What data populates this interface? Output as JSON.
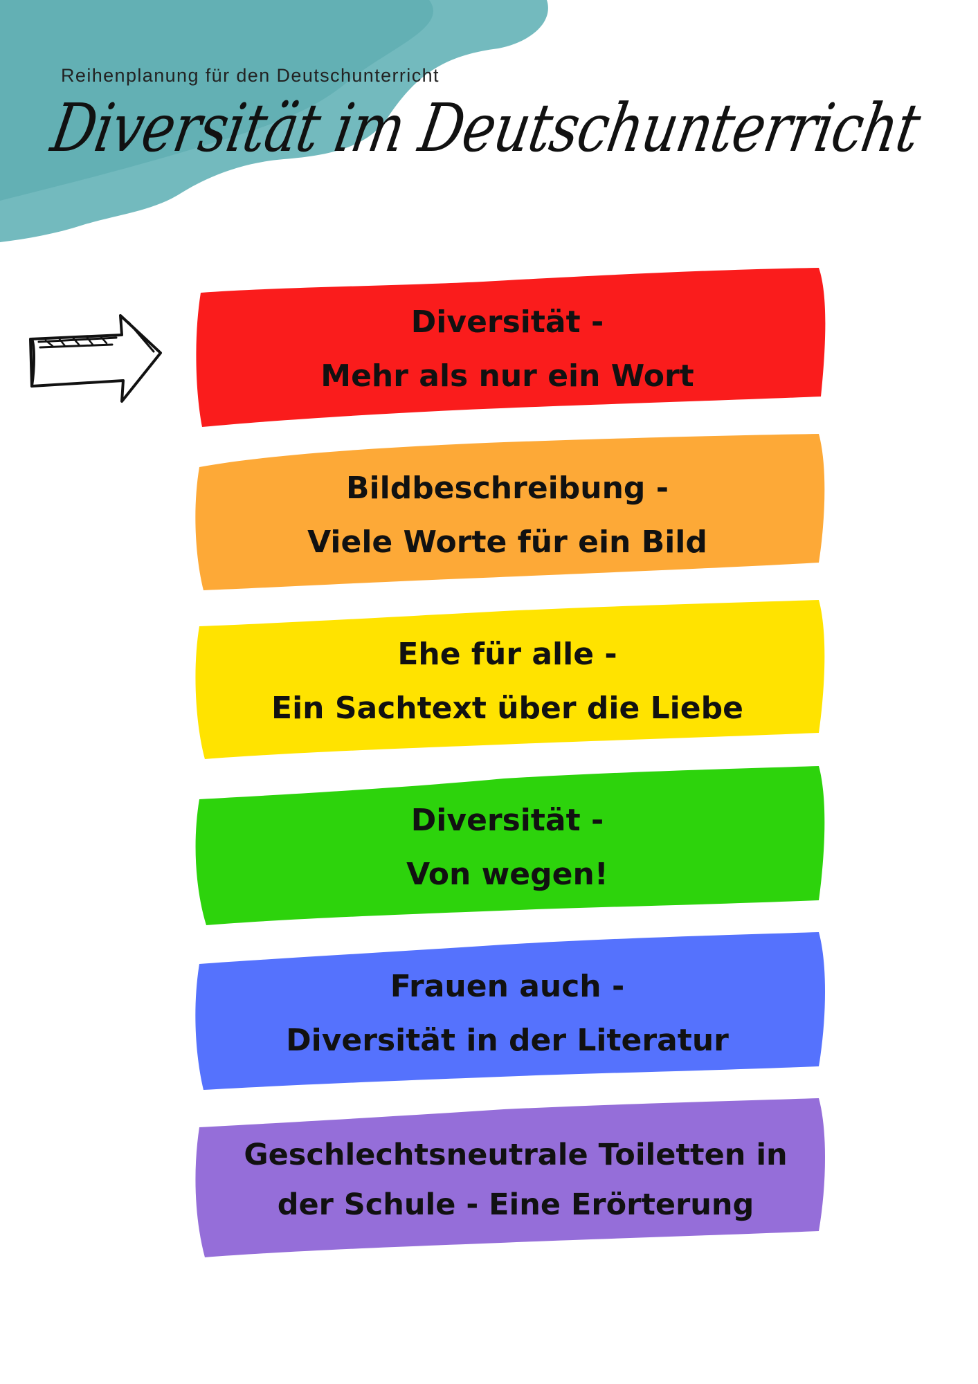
{
  "header": {
    "subtitle": "Reihenplanung für den Deutschunterricht",
    "title": "Diversität im Deutschunterricht"
  },
  "colors": {
    "splash": "#5aaeb3",
    "red": "#fa1c1c",
    "orange": "#fda937",
    "yellow": "#ffe300",
    "green": "#2dd30c",
    "blue": "#5572fd",
    "purple": "#956ed9"
  },
  "icons": {
    "pointer": "right-arrow-icon"
  },
  "units": [
    {
      "color": "red",
      "line1": "Diversität -",
      "line2": "Mehr als nur ein Wort"
    },
    {
      "color": "orange",
      "line1": "Bildbeschreibung -",
      "line2": "Viele Worte für ein Bild"
    },
    {
      "color": "yellow",
      "line1": "Ehe für alle -",
      "line2": "Ein Sachtext über die Liebe"
    },
    {
      "color": "green",
      "line1": "Diversität -",
      "line2": "Von wegen!"
    },
    {
      "color": "blue",
      "line1": "Frauen auch -",
      "line2": "Diversität in der Literatur"
    },
    {
      "color": "purple",
      "line1": "Geschlechtsneutrale Toiletten in",
      "line2": "der Schule - Eine Erörterung"
    }
  ]
}
